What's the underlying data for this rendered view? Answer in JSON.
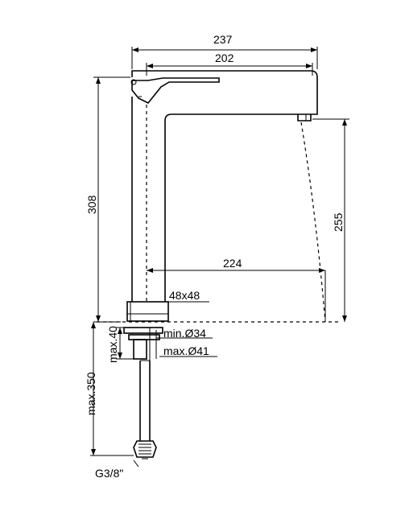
{
  "dimensions": {
    "width_overall": "237",
    "width_spout": "202",
    "height_total": "308",
    "height_spout": "255",
    "depth_spout": "224",
    "base_size": "48x48",
    "hole_min": "min.Ø34",
    "hole_max": "max.Ø41",
    "deck_max": "max.40",
    "hose_max": "max.350",
    "thread": "G3/8\""
  }
}
